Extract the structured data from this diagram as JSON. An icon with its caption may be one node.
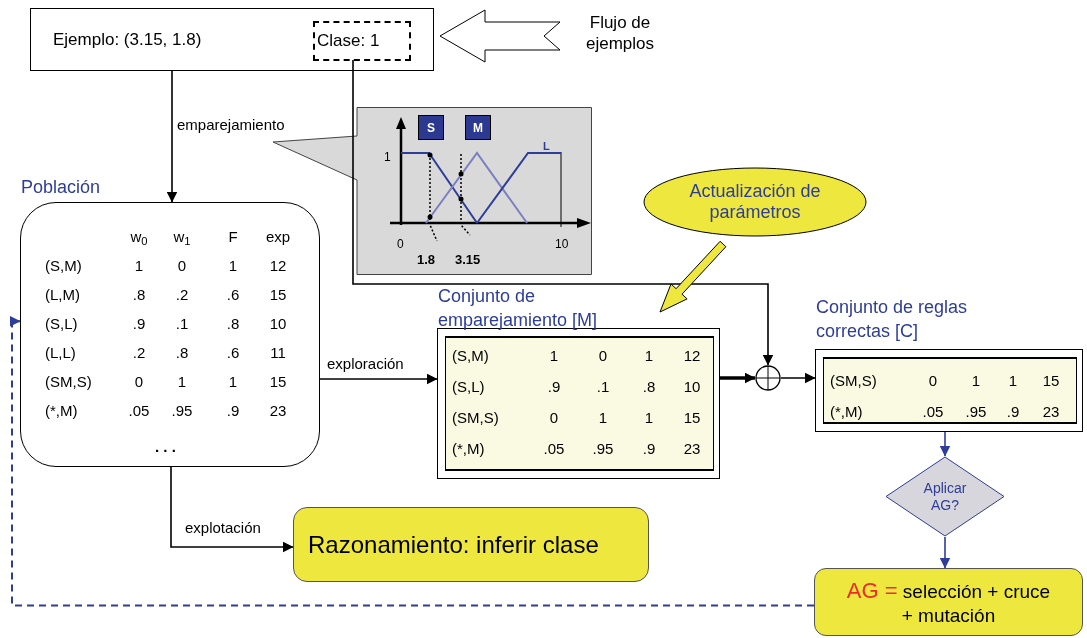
{
  "diagram": {
    "nodes": [
      {
        "text": [
          "Ejemplo: (3.15, 1.8)"
        ]
      },
      {
        "text": [
          "Clase: 1"
        ],
        "in": 0
      },
      {
        "text": [
          "Flujo de ejemplos"
        ]
      },
      {
        "text": [],
        "shape": "box"
      },
      {
        "text": [
          "S"
        ],
        "in": 3
      },
      {
        "text": [
          "M"
        ],
        "in": 3
      },
      {
        "text": [
          "Población"
        ]
      },
      {
        "text": [
          "Actualización de parámetros"
        ]
      },
      {
        "text": [
          "Conjunto de emparejamiento [M]"
        ]
      },
      {
        "text": [],
        "shape": "circle"
      },
      {
        "text": [
          "Conjunto de reglas correctas [C]"
        ]
      },
      {
        "text": [
          "Aplicar AG?"
        ]
      },
      {
        "text": [
          "Razonamiento: inferir clase"
        ]
      },
      {
        "text": [
          "AG =",
          "selección + cruce + mutación"
        ]
      }
    ],
    "edges": [
      {
        "from": 0,
        "to": 6,
        "arrow": "to",
        "label": "emparejamiento"
      },
      {
        "from": 2,
        "to": 0,
        "arrow": "to",
        "style": "thick"
      },
      {
        "from": 1,
        "to": 9,
        "arrow": "to"
      },
      {
        "from": 6,
        "to": 8,
        "arrow": "to",
        "label": "exploración"
      },
      {
        "from": 6,
        "to": 12,
        "arrow": "to",
        "label": "explotación"
      },
      {
        "from": 8,
        "to": 9,
        "arrow": "to",
        "style": "thick"
      },
      {
        "from": 9,
        "to": 10,
        "arrow": "to"
      },
      {
        "from": 7,
        "to": 8,
        "arrow": "to",
        "style": "thick",
        "color": "#eee83e"
      },
      {
        "from": 10,
        "to": 11,
        "arrow": "to",
        "color": "#2e3d97"
      },
      {
        "from": 11,
        "to": 13,
        "arrow": "to",
        "color": "#2e3d97"
      },
      {
        "from": 13,
        "to": 6,
        "arrow": "to",
        "style": "dashed",
        "color": "#2e3d97"
      }
    ],
    "labels": [
      "L",
      "1",
      "0",
      "10",
      "1.8",
      "3.15",
      "w$_{0}$",
      "w$_{1}$",
      "F",
      "exp",
      "(S,M)",
      "1",
      "0",
      "1",
      "12",
      "(L,M)",
      ".8",
      ".2",
      ".6",
      "15",
      "(S,L)",
      ".9",
      ".1",
      ".8",
      "10",
      "(L,L)",
      ".2",
      ".8",
      ".6",
      "11",
      "(SM,S)",
      "0",
      "1",
      "1",
      "15",
      "(*,M)",
      ".05",
      ".95",
      ".9",
      "23",
      ". . .",
      "(S,M)",
      "1",
      "0",
      "1",
      "12",
      "(S,L)",
      ".9",
      ".1",
      ".8",
      "10",
      "(SM,S)",
      "0",
      "1",
      "1",
      "15",
      "(*,M)",
      ".05",
      ".95",
      ".9",
      "23",
      "(SM,S)",
      "0",
      "1",
      "1",
      "15",
      "(*,M)",
      ".05",
      ".95",
      ".9",
      "23"
    ]
  }
}
